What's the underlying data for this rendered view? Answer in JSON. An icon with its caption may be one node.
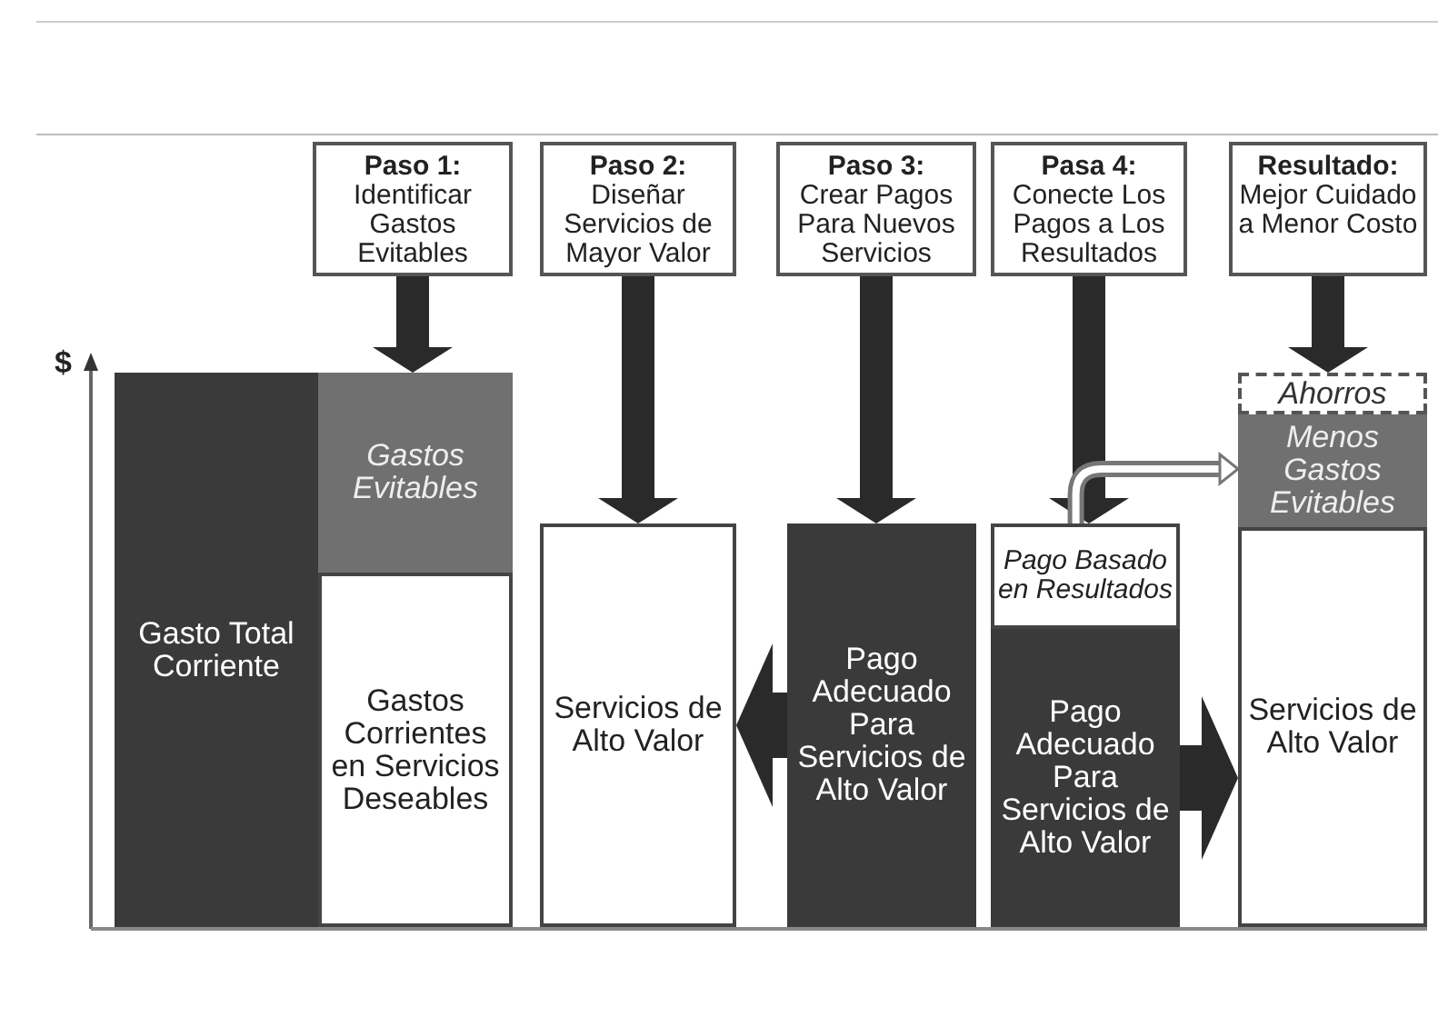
{
  "diagram": {
    "nodes": [
      {
        "text": [
          "Paso 1:",
          "Identificar Gastos Evitables"
        ]
      },
      {
        "text": [
          "Paso 2:",
          "Diseñar Servicios de Mayor Valor"
        ]
      },
      {
        "text": [
          "Paso 3:",
          "Crear Pagos Para Nuevos Servicios"
        ]
      },
      {
        "text": [
          "Pasa 4:",
          "Conecte Los Pagos a Los Resultados"
        ]
      },
      {
        "text": [
          "Resultado:",
          "Mejor Cuidado a Menor Costo"
        ]
      },
      {
        "text": [
          "Gasto Total Corriente"
        ]
      },
      {
        "text": [
          "Gastos Evitables"
        ]
      },
      {
        "text": [
          "Gastos Corrientes en Servicios Deseables"
        ]
      },
      {
        "text": [
          "Servicios de Alto Valor"
        ]
      },
      {
        "text": [
          "Pago Adecuado Para Servicios de Alto Valor"
        ]
      },
      {
        "text": [
          "Pago Basado en Resultados"
        ]
      },
      {
        "text": [
          "Pago Adecuado Para Servicios de Alto Valor"
        ]
      },
      {
        "text": [
          "Ahorros"
        ]
      },
      {
        "text": [
          "Menos Gastos Evitables"
        ]
      },
      {
        "text": [
          "Servicios de Alto Valor"
        ]
      }
    ],
    "edges": [
      {
        "from": 0,
        "to": 6,
        "arrow": "to"
      },
      {
        "from": 1,
        "to": 8,
        "arrow": "to"
      },
      {
        "from": 2,
        "to": 9,
        "arrow": "to"
      },
      {
        "from": 3,
        "to": 10,
        "arrow": "to"
      },
      {
        "from": 4,
        "to": 12,
        "arrow": "to"
      },
      {
        "from": 9,
        "to": 8,
        "arrow": "to",
        "style": "thick"
      },
      {
        "from": 11,
        "to": 14,
        "arrow": "to",
        "style": "thick"
      },
      {
        "from": 10,
        "to": 13,
        "arrow": "to"
      }
    ],
    "labels": [
      "$"
    ]
  }
}
